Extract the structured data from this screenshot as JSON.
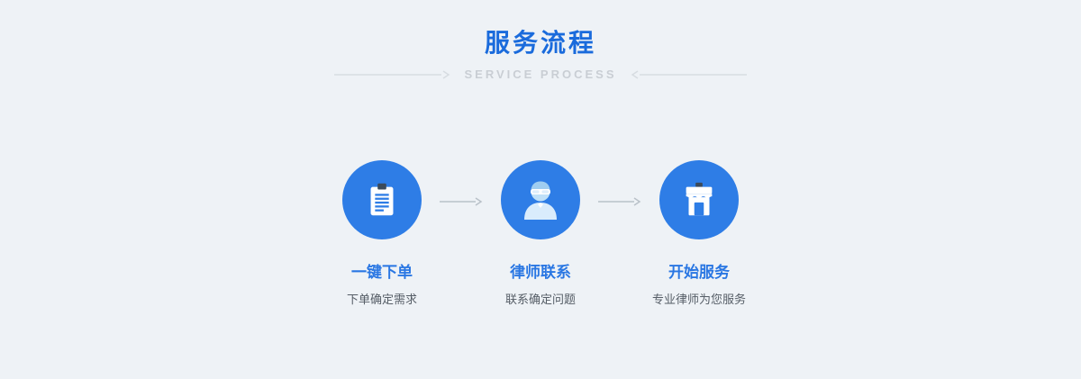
{
  "header": {
    "title": "服务流程",
    "subtitle": "SERVICE  PROCESS"
  },
  "steps": [
    {
      "icon": "clipboard-order-icon",
      "label": "一键下单",
      "desc": "下单确定需求"
    },
    {
      "icon": "lawyer-avatar-icon",
      "label": "律师联系",
      "desc": "联系确定问题"
    },
    {
      "icon": "storefront-icon",
      "label": "开始服务",
      "desc": "专业律师为您服务"
    }
  ],
  "colors": {
    "background": "#eef2f6",
    "accent_blue": "#2e7de6",
    "title_blue": "#1a6bdc",
    "subtitle_gray": "#c9ced4",
    "desc_gray": "#555d66",
    "arrow_gray": "#b9c1c9"
  }
}
